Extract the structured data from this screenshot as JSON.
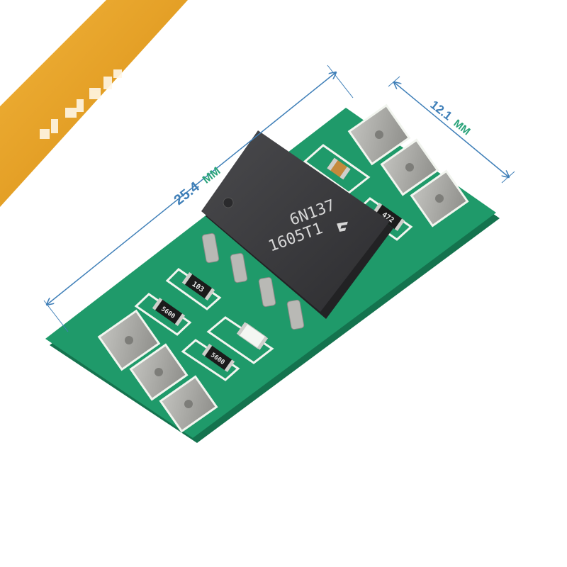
{
  "colors": {
    "pcb": "#1f9a6a",
    "pcb_edge": "#14734e",
    "silkscreen": "#f2f5ef",
    "pad": "#a7a7a3",
    "chip": "#3a3a3c",
    "dimension_line": "#3f7fb8",
    "dimension_unit": "#2aa37a",
    "watermark": "#e3a21b"
  },
  "watermark": {
    "text": "",
    "pixelated": true
  },
  "dimensions": {
    "length": {
      "value": "25.4",
      "unit": "MM"
    },
    "width": {
      "value": "12.1",
      "unit": "MM"
    }
  },
  "chip": {
    "line1": "6N137",
    "line2": "1605T1",
    "logo_icon": "fairchild-logo-icon"
  },
  "components": {
    "r_top": "472",
    "r_103": "103",
    "r_5600_a": "5600",
    "r_5600_b": "5600"
  }
}
